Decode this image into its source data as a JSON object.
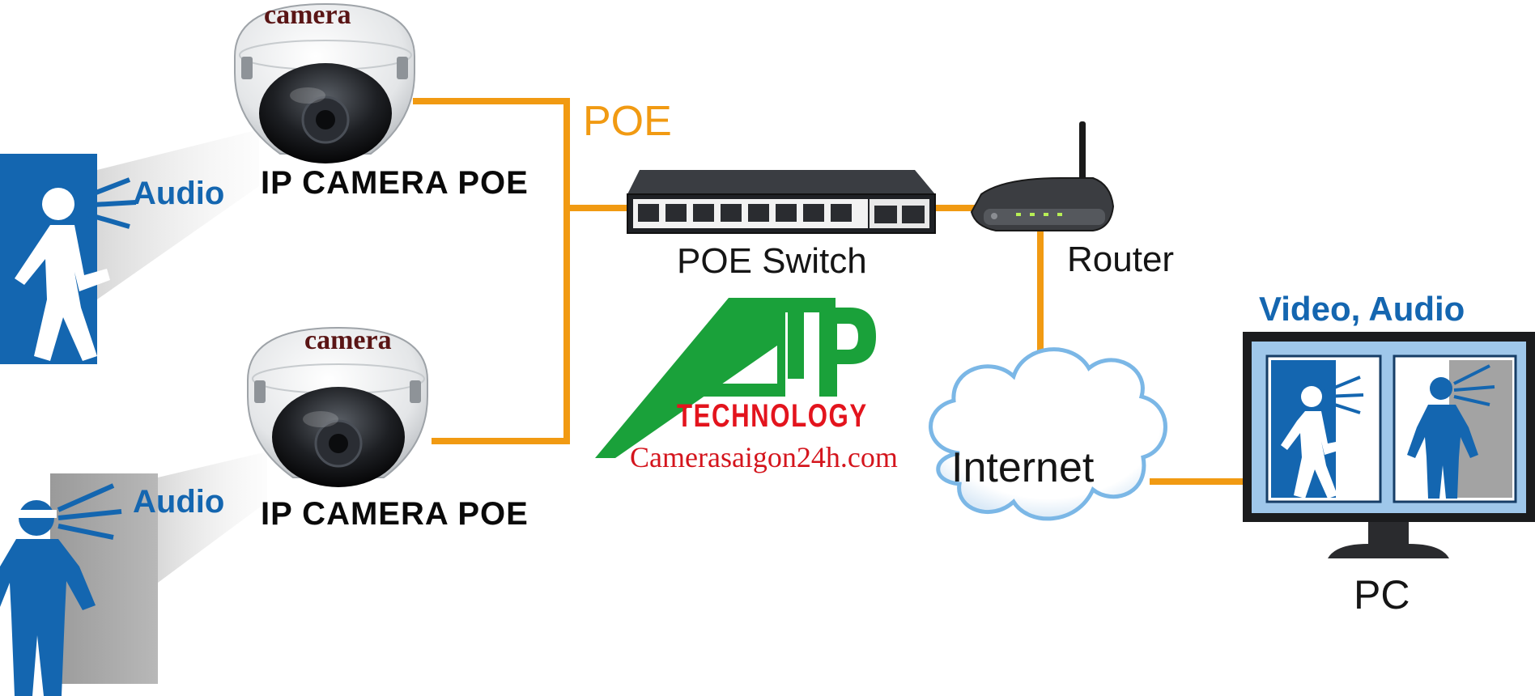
{
  "cameras": [
    {
      "top_label": "camera",
      "device_label": "IP CAMERA POE",
      "audio_label": "Audio"
    },
    {
      "top_label": "camera",
      "device_label": "IP CAMERA POE",
      "audio_label": "Audio"
    }
  ],
  "poe_label": "POE",
  "switch_label": "POE Switch",
  "router_label": "Router",
  "internet_label": "Internet",
  "pc": {
    "label": "PC",
    "header": "Video, Audio"
  },
  "logo": {
    "letters": "ATP",
    "technology": "TECHNOLOGY",
    "website": "Camerasaigon24h.com"
  },
  "colors": {
    "cable": "#f19a12",
    "people_blue": "#1466b0",
    "logo_green": "#1aa13a",
    "logo_red": "#e3141d"
  }
}
